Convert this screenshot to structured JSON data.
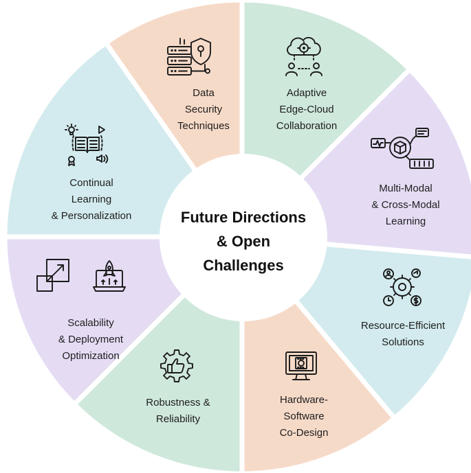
{
  "center": {
    "lines": [
      "Future Directions",
      "& Open",
      "Challenges"
    ]
  },
  "segments": [
    {
      "lines": [
        "Data",
        "Security",
        "Techniques"
      ],
      "color": "#cfe8dc",
      "icon": "server-shield-icon"
    },
    {
      "lines": [
        "Adaptive",
        "Edge-Cloud",
        "Collaboration"
      ],
      "color": "#e5dcf4",
      "icon": "cloud-network-users-icon"
    },
    {
      "lines": [
        "Multi-Modal",
        "& Cross-Modal",
        "Learning"
      ],
      "color": "#d3ebee",
      "icon": "multimodal-cube-icon"
    },
    {
      "lines": [
        "Resource-Efficient",
        "Solutions"
      ],
      "color": "#f6dac8",
      "icon": "resource-gear-icon"
    },
    {
      "lines": [
        "Hardware-",
        "Software",
        "Co-Design"
      ],
      "color": "#cfe8dc",
      "icon": "monitor-chip-icon"
    },
    {
      "lines": [
        "Robustness &",
        "Reliability"
      ],
      "color": "#e5dcf4",
      "icon": "gear-thumbs-up-icon"
    },
    {
      "lines": [
        "Scalability",
        "& Deployment",
        "Optimization"
      ],
      "color": "#d3ebee",
      "icon": "scale-rocket-icon"
    },
    {
      "lines": [
        "Continual",
        "Learning",
        "& Personalization"
      ],
      "color": "#f6dac8",
      "icon": "book-learning-icon"
    }
  ]
}
